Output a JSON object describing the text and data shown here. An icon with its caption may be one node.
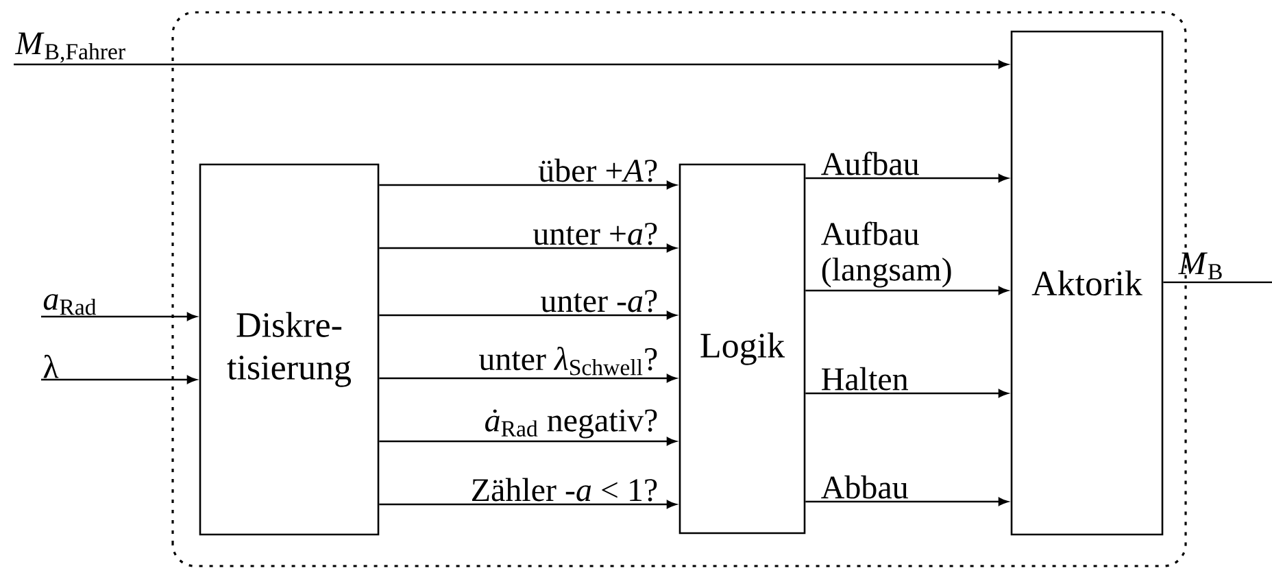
{
  "diagram": {
    "nodes": [
      {
        "text": [
          "Diskre-tisierung"
        ]
      },
      {
        "text": [
          "Logik"
        ]
      },
      {
        "text": [
          "Aktorik"
        ]
      }
    ],
    "edges": [
      {
        "from": null,
        "to": 2,
        "arrow": "to",
        "label": "*M*$_{B,Fahrer}$"
      },
      {
        "from": null,
        "to": 0,
        "arrow": "to",
        "label": "*a*$_{Rad}$"
      },
      {
        "from": null,
        "to": 0,
        "arrow": "to",
        "label": "λ"
      },
      {
        "from": 0,
        "to": 1,
        "arrow": "to",
        "label": "über +*A*?"
      },
      {
        "from": 0,
        "to": 1,
        "arrow": "to",
        "label": "unter +*a*?"
      },
      {
        "from": 0,
        "to": 1,
        "arrow": "to",
        "label": "unter -*a*?"
      },
      {
        "from": 0,
        "to": 1,
        "arrow": "to",
        "label": "unter *λ*$_{Schwell}$?"
      },
      {
        "from": 0,
        "to": 1,
        "arrow": "to",
        "label": "*ȧ*$_{Rad}$ negativ?"
      },
      {
        "from": 0,
        "to": 1,
        "arrow": "to",
        "label": "Zähler  -*a* < 1?"
      },
      {
        "from": 1,
        "to": 2,
        "arrow": "to",
        "label": "Aufbau"
      },
      {
        "from": 1,
        "to": 2,
        "arrow": "to",
        "label": "Aufbau (langsam)"
      },
      {
        "from": 1,
        "to": 2,
        "arrow": "to",
        "label": "Halten"
      },
      {
        "from": 1,
        "to": 2,
        "arrow": "to",
        "label": "Abbau"
      },
      {
        "from": 2,
        "to": null,
        "arrow": "none",
        "label": "*M*$_{B}$"
      }
    ]
  }
}
